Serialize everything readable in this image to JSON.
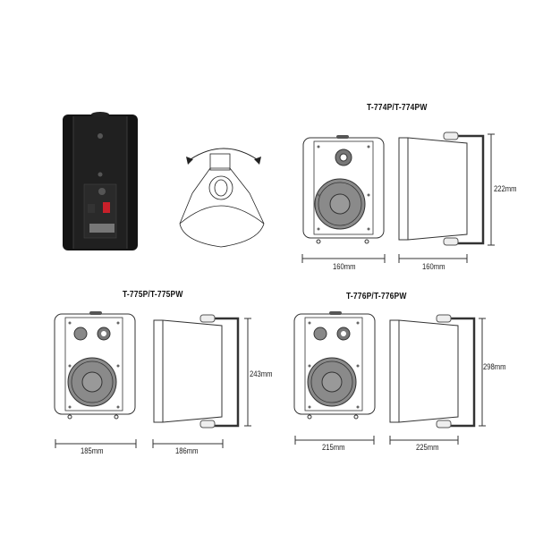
{
  "figure": {
    "description": "Wall-mount speaker dimension drawings",
    "rear_photo": {
      "label": "rear-view-black-speaker"
    },
    "bracket_diagram": {
      "label": "tilt-bracket-rotation"
    }
  },
  "models": [
    {
      "title": "T-774P/T-774PW",
      "width": "160mm",
      "depth": "160mm",
      "height": "222mm"
    },
    {
      "title": "T-775P/T-775PW",
      "width": "185mm",
      "depth": "186mm",
      "height": "243mm"
    },
    {
      "title": "T-776P/T-776PW",
      "width": "215mm",
      "depth": "225mm",
      "height": "298mm"
    }
  ],
  "colors": {
    "line": "#333333",
    "woofer": "#8a8a8a",
    "speaker_body": "#1a1a1a",
    "terminal_red": "#c8202a"
  }
}
